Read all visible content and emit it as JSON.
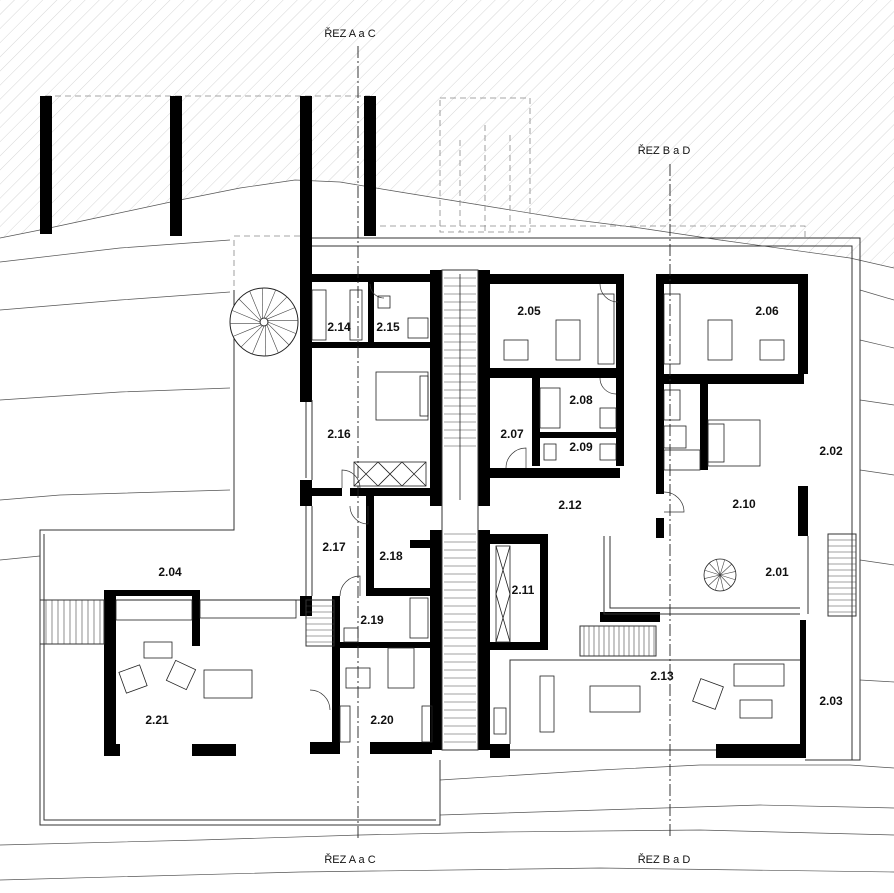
{
  "section_labels": {
    "a_c_top": "ŘEZ A a C",
    "a_c_bottom": "ŘEZ A a C",
    "b_d_top": "ŘEZ B a D",
    "b_d_bottom": "ŘEZ B a D"
  },
  "rooms": {
    "r201": "2.01",
    "r202": "2.02",
    "r203": "2.03",
    "r204": "2.04",
    "r205": "2.05",
    "r206": "2.06",
    "r207": "2.07",
    "r208": "2.08",
    "r209": "2.09",
    "r210": "2.10",
    "r211": "2.11",
    "r212": "2.12",
    "r213": "2.13",
    "r214": "2.14",
    "r215": "2.15",
    "r216": "2.16",
    "r217": "2.17",
    "r218": "2.18",
    "r219": "2.19",
    "r220": "2.20",
    "r221": "2.21"
  },
  "colors": {
    "walls": "#000000",
    "hatch": "#d6d6d6",
    "lines": "#333333"
  }
}
